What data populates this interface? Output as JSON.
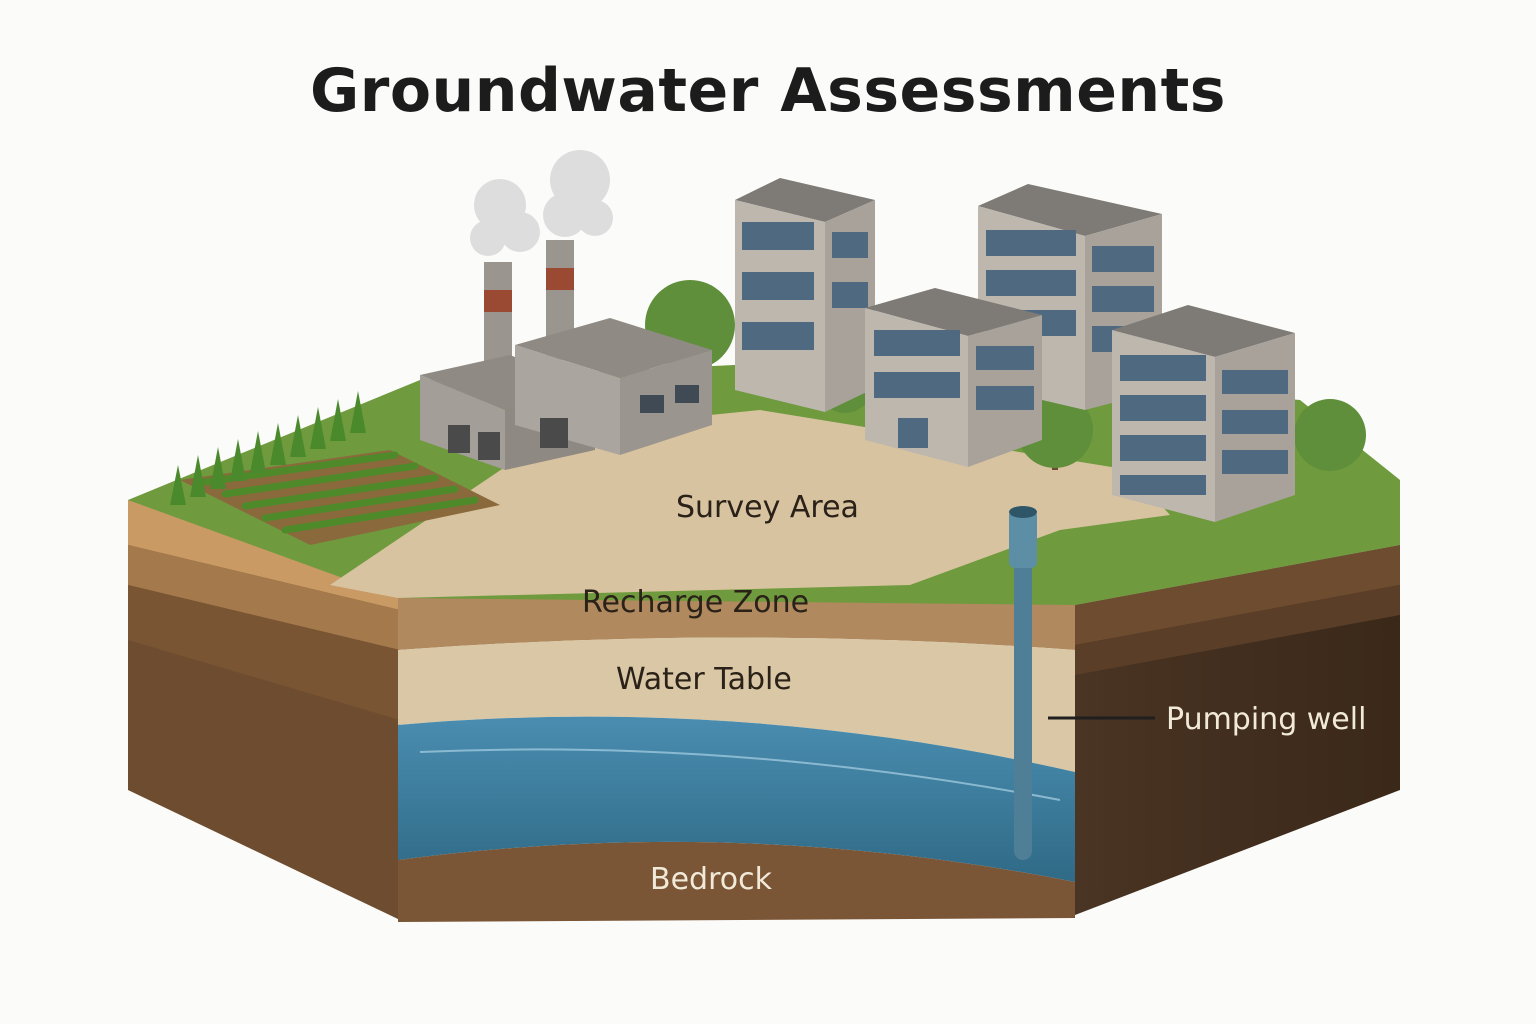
{
  "title": "Groundwater Assessments",
  "labels": {
    "survey_area": "Survey Area",
    "recharge_zone": "Recharge Zone",
    "water_table": "Water Table",
    "bedrock": "Bedrock",
    "pumping_well": "Pumping well"
  },
  "colors": {
    "background": "#fbfbf9",
    "grass": "#6f9a3e",
    "survey_ground": "#d8c3a0",
    "recharge_layer": "#b08a5e",
    "water_table_layer": "#d9c7a6",
    "aquifer_water": "#3f7f9f",
    "bedrock": "#7a5536",
    "deep_soil": "#6b4a2e",
    "building": "#b8b2aa",
    "window": "#4f6a80",
    "well_pipe": "#4f7f96"
  }
}
